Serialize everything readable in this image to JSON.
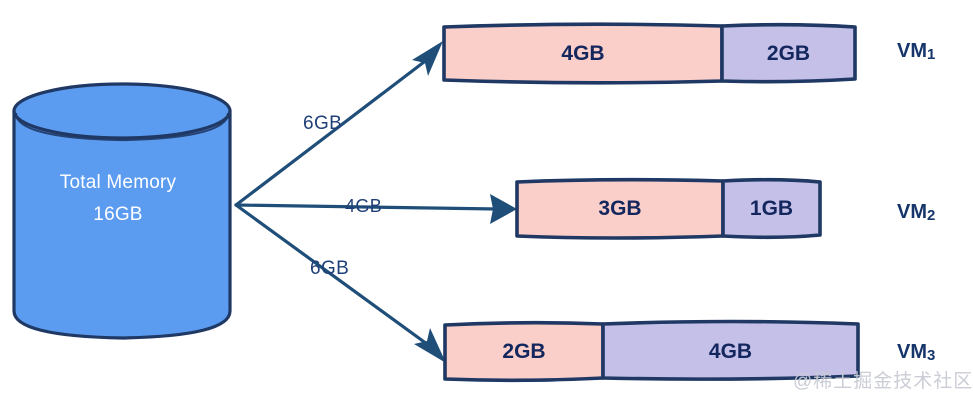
{
  "diagram": {
    "title": "Memory allocation from total memory pool to virtual machines",
    "colors": {
      "cylinder_fill": "#5b9bf0",
      "cylinder_stroke": "#1f3864",
      "pink_fill": "#fbcfc9",
      "purple_fill": "#c5c0e8",
      "bar_stroke": "#1f3864",
      "arrow_stroke": "#1f4e79",
      "label_text": "#1f3f78",
      "segment_text": "#13275e",
      "cylinder_text": "#ffffff",
      "watermark_text": "#c9cbd4"
    },
    "source": {
      "name": "total-memory-cylinder",
      "line1": "Total Memory",
      "line2": "16GB"
    },
    "edges": [
      {
        "name": "edge-to-vm1",
        "label": "6GB"
      },
      {
        "name": "edge-to-vm2",
        "label": "4GB"
      },
      {
        "name": "edge-to-vm3",
        "label": "6GB"
      }
    ],
    "vms": [
      {
        "name": "vm1",
        "label": "VM",
        "index": "1",
        "segments": [
          {
            "name": "vm1-segment-used",
            "label": "4GB",
            "color": "pink"
          },
          {
            "name": "vm1-segment-free",
            "label": "2GB",
            "color": "purple"
          }
        ]
      },
      {
        "name": "vm2",
        "label": "VM",
        "index": "2",
        "segments": [
          {
            "name": "vm2-segment-used",
            "label": "3GB",
            "color": "pink"
          },
          {
            "name": "vm2-segment-free",
            "label": "1GB",
            "color": "purple"
          }
        ]
      },
      {
        "name": "vm3",
        "label": "VM",
        "index": "3",
        "segments": [
          {
            "name": "vm3-segment-used",
            "label": "2GB",
            "color": "pink"
          },
          {
            "name": "vm3-segment-free",
            "label": "4GB",
            "color": "purple"
          }
        ]
      }
    ],
    "watermark": "@稀土掘金技术社区"
  }
}
